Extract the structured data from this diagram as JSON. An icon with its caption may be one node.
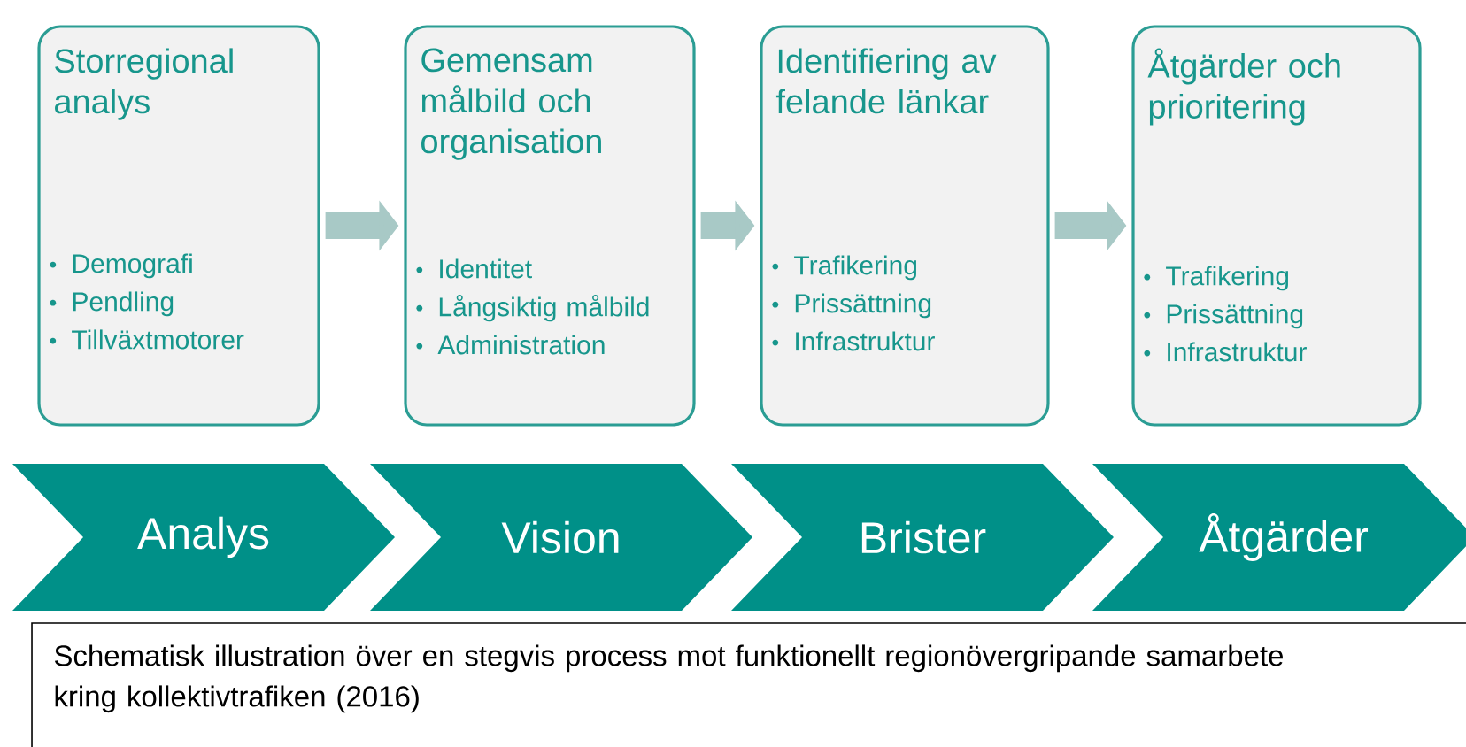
{
  "diagram": {
    "caption": "Schematisk illustration över en stegvis process mot funktionellt regionövergripande samarbete kring kollektivtrafiken (2016)",
    "nodes": [
      {
        "text": [
          "Storregional analys",
          "Demografi",
          "Pendling",
          "Tillväxtmotorer"
        ]
      },
      {
        "text": [
          "Gemensam målbild och organisation",
          "Identitet",
          "Långsiktig målbild",
          "Administration"
        ]
      },
      {
        "text": [
          "Identifiering av felande länkar",
          "Trafikering",
          "Prissättning",
          "Infrastruktur"
        ]
      },
      {
        "text": [
          "Åtgärder och prioritering",
          "Trafikering",
          "Prissättning",
          "Infrastruktur"
        ]
      },
      {
        "text": [
          "Analys"
        ]
      },
      {
        "text": [
          "Vision"
        ]
      },
      {
        "text": [
          "Brister"
        ]
      },
      {
        "text": [
          "Åtgärder"
        ]
      }
    ],
    "edges": [
      {
        "from": 0,
        "to": 1,
        "arrow": "to"
      },
      {
        "from": 1,
        "to": 2,
        "arrow": "to"
      },
      {
        "from": 2,
        "to": 3,
        "arrow": "to"
      }
    ]
  }
}
